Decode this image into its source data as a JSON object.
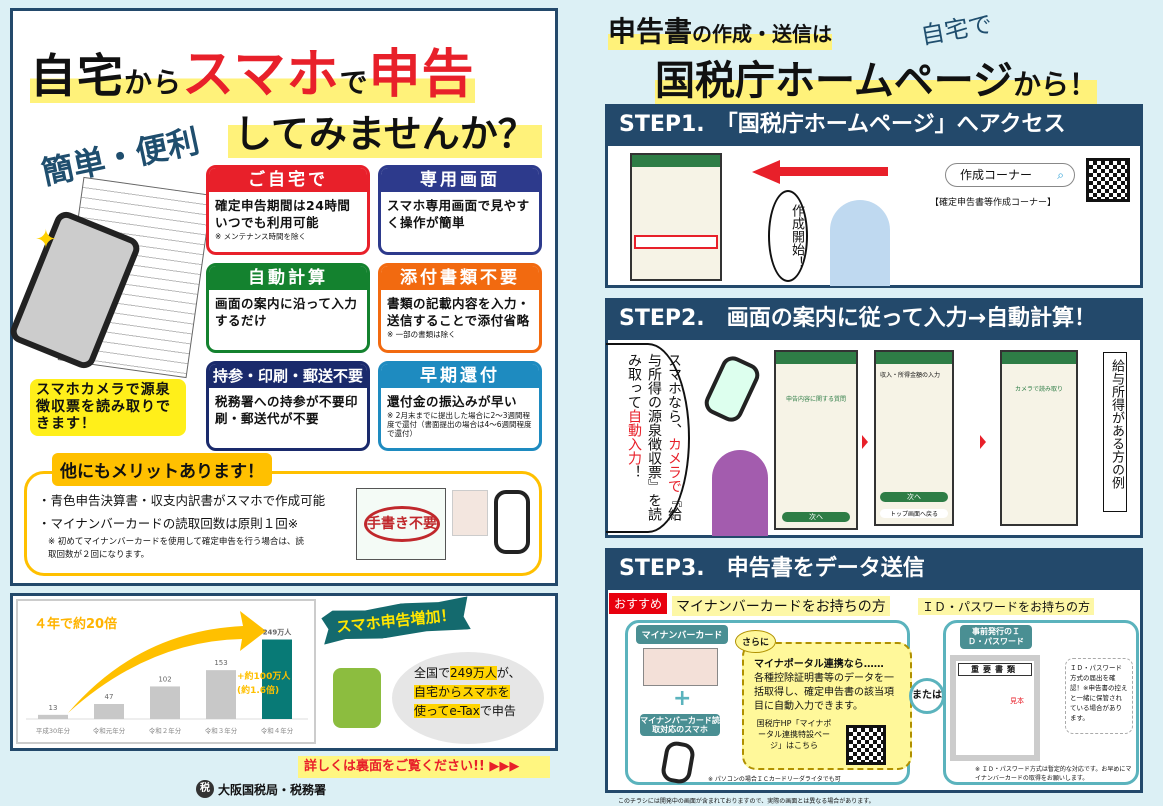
{
  "left": {
    "title_a": "自宅",
    "title_b": "から",
    "title_c": "スマホ",
    "title_d": "で",
    "title_e": "申告",
    "title_line2": "してみませんか？",
    "easy_tag": "簡単・便利",
    "camera_callout": "スマホカメラで源泉徴収票を読み取りできます！",
    "features": [
      {
        "title": "ご自宅で",
        "body": "確定申告期間は24時間いつでも利用可能",
        "note": "※ メンテナンス時間を除く",
        "color": "#e8202a"
      },
      {
        "title": "専用画面",
        "body": "スマホ専用画面で見やすく操作が簡単",
        "note": "",
        "color": "#2d3a8c"
      },
      {
        "title": "自動計算",
        "body": "画面の案内に沿って入力するだけ",
        "note": "",
        "color": "#14822f"
      },
      {
        "title": "添付書類不要",
        "body": "書類の記載内容を入力・送信することで添付省略",
        "note": "※ 一部の書類は除く",
        "color": "#f26a10"
      },
      {
        "title": "持参・印刷・郵送不要",
        "body": "税務署への持参が不要印刷・郵送代が不要",
        "note": "",
        "color": "#1a2a6c"
      },
      {
        "title": "早期還付",
        "body": "還付金の振込みが早い",
        "note": "※ 2月末までに提出した場合に2～3週間程度で還付（書面提出の場合は4～6週間程度で還付）",
        "color": "#1e8bc0"
      }
    ],
    "merit_heading": "他にもメリットあります！",
    "merit_items": [
      "・青色申告決算書・収支内訳書がスマホで作成可能",
      "・マイナンバーカードの読取回数は原則１回※"
    ],
    "merit_note": "※ 初めてマイナンバーカードを使用して確定申告を行う場合は、読取回数が２回になります。",
    "stamp": "手書き不要",
    "growth_label": "４年で約20倍",
    "increase_label": "+約100万人",
    "increase_ratio": "(約1.6倍)",
    "burst": "スマホ申告増加！",
    "bubble_a": "全国で",
    "bubble_num": "249万人",
    "bubble_b": "が、",
    "bubble_c": "自宅からスマホを",
    "bubble_d": "使ってe-Tax",
    "bubble_e": "で申告",
    "more_link": "詳しくは裏面をご覧ください!! ▶▶▶",
    "issuer": "大阪国税局・税務署",
    "issuer_logo": "税"
  },
  "chart_data": {
    "type": "bar",
    "categories": [
      "平成30年分",
      "令和元年分",
      "令和２年分",
      "令和３年分",
      "令和４年分"
    ],
    "values": [
      13,
      47,
      102,
      153,
      249
    ],
    "labels": [
      "13",
      "47",
      "102",
      "153",
      "249万人"
    ],
    "ylim": [
      0,
      260
    ],
    "colors": [
      "#c8c8c8",
      "#c8c8c8",
      "#c8c8c8",
      "#c8c8c8",
      "#087a76"
    ]
  },
  "right": {
    "head1": "申告書",
    "head2": "の作成・送信は",
    "head_tag": "自宅で",
    "head3": "国税庁ホームページ",
    "head4": "から！",
    "step1": {
      "num": "STEP1.",
      "title": "「国税庁ホームページ」へアクセス",
      "search": "作成コーナー",
      "caption": "【確定申告書等作成コーナー】",
      "speech": "作成開始！"
    },
    "step2": {
      "num": "STEP2.",
      "title": "画面の案内に従って入力→自動計算！",
      "speech_a": "スマホなら、",
      "speech_b": "カメラで",
      "speech_c": "『給与所得の源泉徴収票』を",
      "speech_d": "読み取って",
      "speech_e": "自動入力",
      "speech_f": "！",
      "side": "給与所得がある方の例",
      "screen1": "申告内容に関する質問",
      "screen2": "収入・所得金額の入力",
      "screen3": "カメラで読み取り",
      "next": "次へ",
      "back": "トップ画面へ戻る"
    },
    "step3": {
      "num": "STEP3.",
      "title": "申告書をデータ送信",
      "badge": "おすすめ",
      "mynumber_title": "マイナンバーカードをお持ちの方",
      "idpw_title": "ＩＤ・パスワードをお持ちの方",
      "card_label": "マイナンバーカード",
      "plus": "+",
      "phone_label": "マイナンバーカード読取対応のスマホ",
      "sarani": "さらに",
      "portal_h": "マイナポータル連携なら……",
      "portal_body": "各種控除証明書等のデータを一括取得し、確定申告書の該当項目に自動入力できます。",
      "portal_link": "国税庁HP「マイナポータル連携特設ページ」はこちら",
      "pc_note": "※ パソコンの場合ＩＣカードリーダライタでも可",
      "or": "または",
      "pre_issued": "事前発行のＩＤ・パスワード",
      "doc_title": "重要書類",
      "doc_sample": "見本",
      "idpw_tip": "ＩＤ・パスワード方式の届出を確認！※申告書の控えと一緒に保管されている場合があります。",
      "idpw_note": "※ ＩＤ・パスワード方式は暫定的な対応です。お早めにマイナンバーカードの取得をお願いします。"
    },
    "footnote": "このチラシには開発中の画面が含まれておりますので、実際の画面とは異なる場合があります。"
  }
}
